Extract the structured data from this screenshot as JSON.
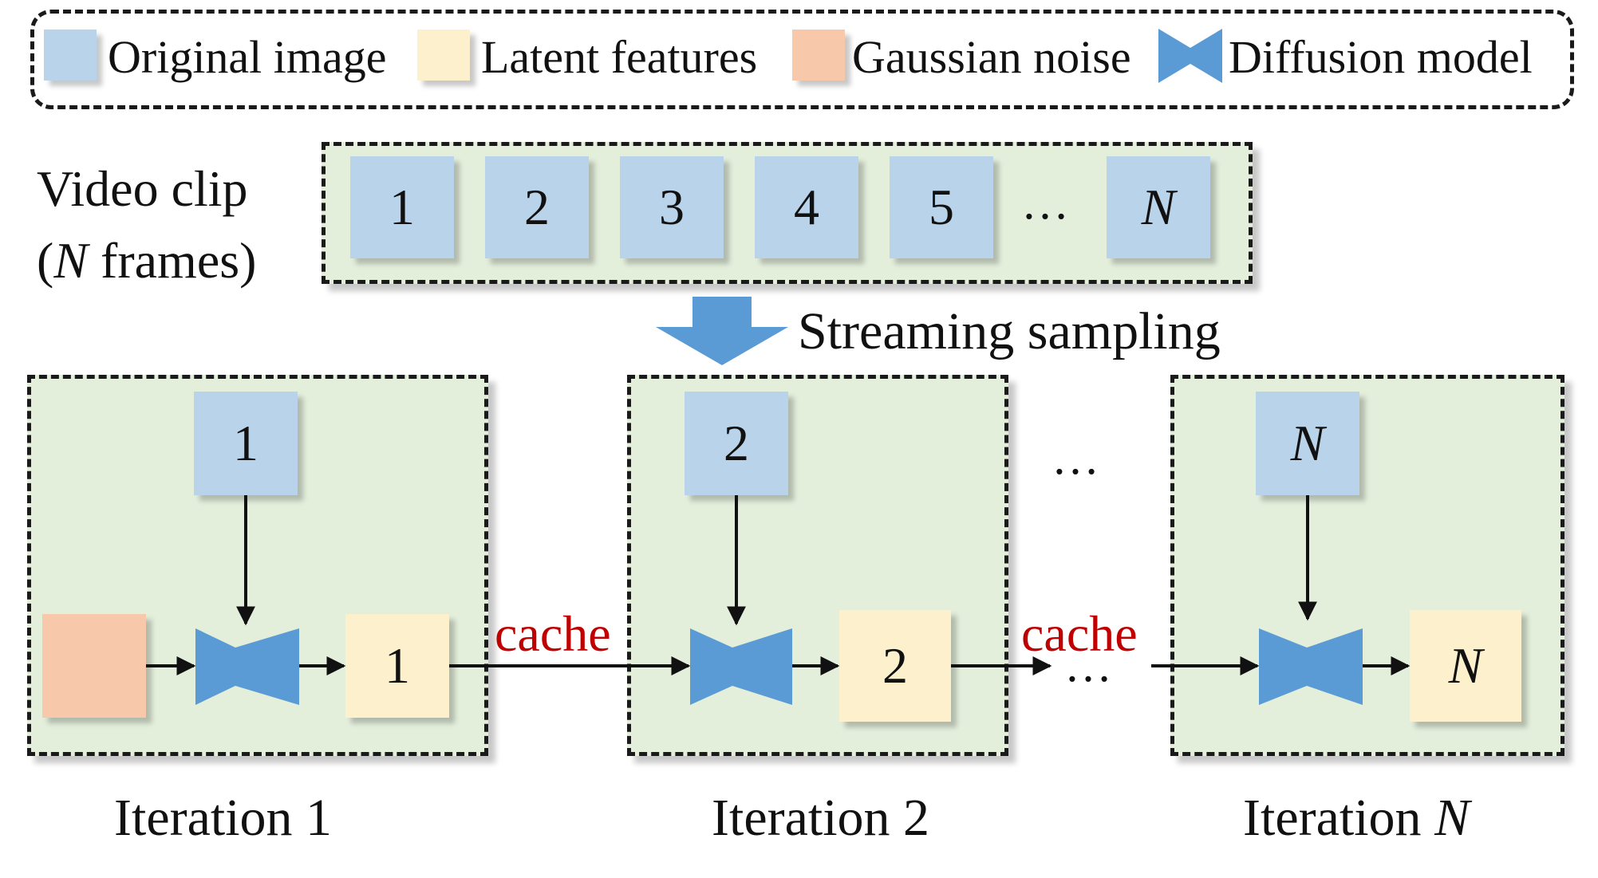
{
  "legend": {
    "items": [
      {
        "label": "Original image"
      },
      {
        "label": "Latent features"
      },
      {
        "label": "Gaussian noise"
      },
      {
        "label": "Diffusion model"
      }
    ]
  },
  "video_clip": {
    "title_line1": "Video clip",
    "title_line2_var": "N",
    "title_line2_rest": " frames)",
    "title_line2_open": "(",
    "frames": [
      "1",
      "2",
      "3",
      "4",
      "5",
      "N"
    ],
    "ellipsis": "…"
  },
  "streaming_label": "Streaming sampling",
  "iterations": [
    {
      "label": "Iteration 1",
      "input_frame": "1",
      "output_frame": "1"
    },
    {
      "label": "Iteration 2",
      "input_frame": "2",
      "output_frame": "2"
    },
    {
      "label_prefix": "Iteration ",
      "label_var": "N",
      "input_frame": "N",
      "output_frame": "N"
    }
  ],
  "cache_label": "cache",
  "between_ellipsis": "…",
  "colors": {
    "original": "#b9d3ea",
    "latent": "#fdf0cc",
    "noise": "#f7c8a9",
    "model": "#5b9bd5",
    "panel": "#e3eedb",
    "cache_text": "#c00000"
  }
}
